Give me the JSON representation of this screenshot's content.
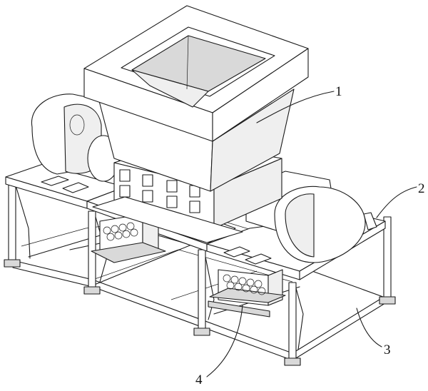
{
  "labels": {
    "hopper": "1",
    "side_rail": "2",
    "base_frame": "3",
    "mesh_damper": "4"
  }
}
